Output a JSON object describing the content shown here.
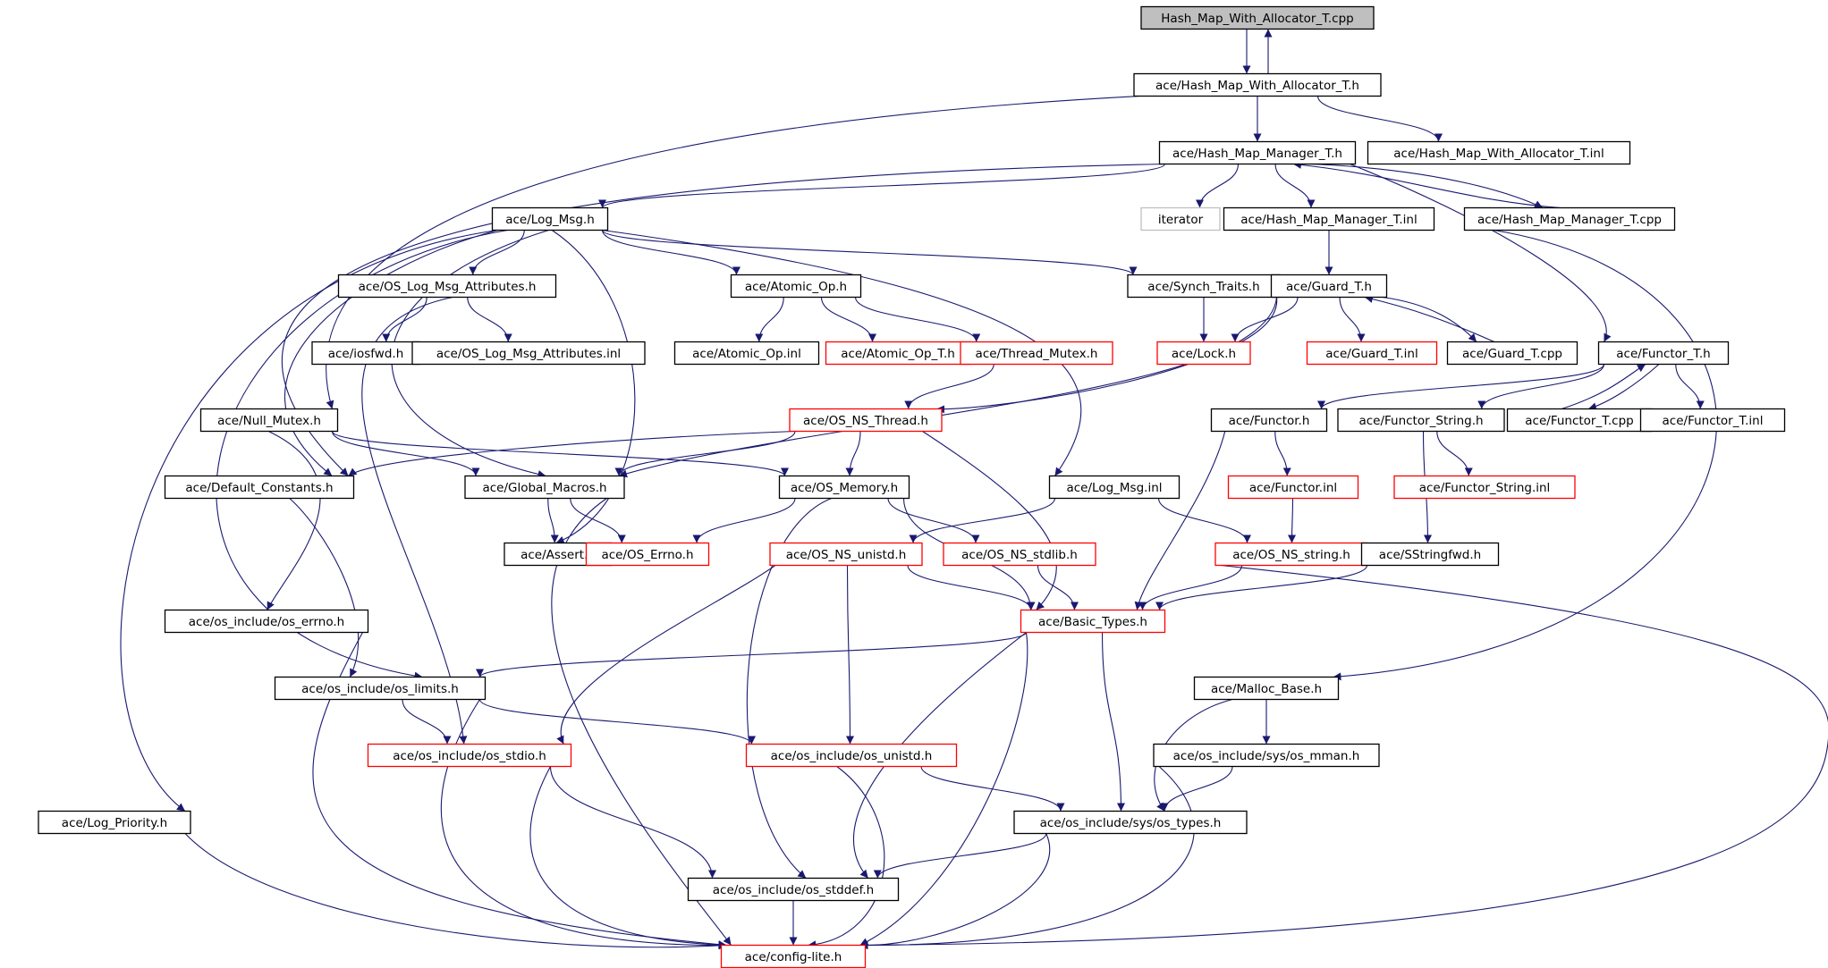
{
  "colors": {
    "edge": "#191970",
    "border_default": "#000000",
    "border_external": "#ff0000",
    "border_missing": "#bfbfbf",
    "root_fill": "#bfbfbf",
    "fill": "#ffffff"
  },
  "nodes": [
    {
      "id": "root",
      "label": "Hash_Map_With_Allocator_T.cpp",
      "style": "root"
    },
    {
      "id": "hmwa_h",
      "label": "ace/Hash_Map_With_Allocator_T.h",
      "style": "default"
    },
    {
      "id": "hmm_h",
      "label": "ace/Hash_Map_Manager_T.h",
      "style": "default"
    },
    {
      "id": "hmwa_inl",
      "label": "ace/Hash_Map_With_Allocator_T.inl",
      "style": "default"
    },
    {
      "id": "logmsg_h",
      "label": "ace/Log_Msg.h",
      "style": "default"
    },
    {
      "id": "iterator",
      "label": "iterator",
      "style": "missing"
    },
    {
      "id": "hmm_inl",
      "label": "ace/Hash_Map_Manager_T.inl",
      "style": "default"
    },
    {
      "id": "hmm_cpp",
      "label": "ace/Hash_Map_Manager_T.cpp",
      "style": "default"
    },
    {
      "id": "oslma_h",
      "label": "ace/OS_Log_Msg_Attributes.h",
      "style": "default"
    },
    {
      "id": "atomic_h",
      "label": "ace/Atomic_Op.h",
      "style": "default"
    },
    {
      "id": "synch_h",
      "label": "ace/Synch_Traits.h",
      "style": "default"
    },
    {
      "id": "guard_h",
      "label": "ace/Guard_T.h",
      "style": "default"
    },
    {
      "id": "iosfwd",
      "label": "ace/iosfwd.h",
      "style": "default"
    },
    {
      "id": "oslma_inl",
      "label": "ace/OS_Log_Msg_Attributes.inl",
      "style": "default"
    },
    {
      "id": "atomic_inl",
      "label": "ace/Atomic_Op.inl",
      "style": "default"
    },
    {
      "id": "atomic_t",
      "label": "ace/Atomic_Op_T.h",
      "style": "external"
    },
    {
      "id": "thrmutex",
      "label": "ace/Thread_Mutex.h",
      "style": "external"
    },
    {
      "id": "lock_h",
      "label": "ace/Lock.h",
      "style": "external"
    },
    {
      "id": "guard_inl",
      "label": "ace/Guard_T.inl",
      "style": "external"
    },
    {
      "id": "guard_cpp",
      "label": "ace/Guard_T.cpp",
      "style": "default"
    },
    {
      "id": "functor_t",
      "label": "ace/Functor_T.h",
      "style": "default"
    },
    {
      "id": "nullmutex",
      "label": "ace/Null_Mutex.h",
      "style": "default"
    },
    {
      "id": "osnsthread",
      "label": "ace/OS_NS_Thread.h",
      "style": "external"
    },
    {
      "id": "functor_h",
      "label": "ace/Functor.h",
      "style": "default"
    },
    {
      "id": "functor_str",
      "label": "ace/Functor_String.h",
      "style": "default"
    },
    {
      "id": "functor_tcpp",
      "label": "ace/Functor_T.cpp",
      "style": "default"
    },
    {
      "id": "functor_tinl",
      "label": "ace/Functor_T.inl",
      "style": "default"
    },
    {
      "id": "defconst",
      "label": "ace/Default_Constants.h",
      "style": "default"
    },
    {
      "id": "globmacros",
      "label": "ace/Global_Macros.h",
      "style": "default"
    },
    {
      "id": "osmemory",
      "label": "ace/OS_Memory.h",
      "style": "default"
    },
    {
      "id": "logmsg_inl",
      "label": "ace/Log_Msg.inl",
      "style": "default"
    },
    {
      "id": "functor_inl",
      "label": "ace/Functor.inl",
      "style": "external"
    },
    {
      "id": "functor_strinl",
      "label": "ace/Functor_String.inl",
      "style": "external"
    },
    {
      "id": "assert_h",
      "label": "ace/Assert.h",
      "style": "default"
    },
    {
      "id": "oserrno",
      "label": "ace/OS_Errno.h",
      "style": "external"
    },
    {
      "id": "osnsunistd",
      "label": "ace/OS_NS_unistd.h",
      "style": "external"
    },
    {
      "id": "osnsstdlib",
      "label": "ace/OS_NS_stdlib.h",
      "style": "external"
    },
    {
      "id": "osnsstring",
      "label": "ace/OS_NS_string.h",
      "style": "external"
    },
    {
      "id": "sstringfwd",
      "label": "ace/SStringfwd.h",
      "style": "default"
    },
    {
      "id": "osinc_errno",
      "label": "ace/os_include/os_errno.h",
      "style": "default"
    },
    {
      "id": "basictypes",
      "label": "ace/Basic_Types.h",
      "style": "external"
    },
    {
      "id": "osinc_limits",
      "label": "ace/os_include/os_limits.h",
      "style": "default"
    },
    {
      "id": "mallocbase",
      "label": "ace/Malloc_Base.h",
      "style": "default"
    },
    {
      "id": "osinc_stdio",
      "label": "ace/os_include/os_stdio.h",
      "style": "external"
    },
    {
      "id": "osinc_unistd",
      "label": "ace/os_include/os_unistd.h",
      "style": "external"
    },
    {
      "id": "osinc_mman",
      "label": "ace/os_include/sys/os_mman.h",
      "style": "default"
    },
    {
      "id": "logprio",
      "label": "ace/Log_Priority.h",
      "style": "default"
    },
    {
      "id": "osinc_types",
      "label": "ace/os_include/sys/os_types.h",
      "style": "default"
    },
    {
      "id": "osinc_stddef",
      "label": "ace/os_include/os_stddef.h",
      "style": "default"
    },
    {
      "id": "configlite",
      "label": "ace/config-lite.h",
      "style": "external"
    }
  ],
  "edges": [
    [
      "root",
      "hmwa_h"
    ],
    [
      "hmwa_h",
      "root"
    ],
    [
      "hmwa_h",
      "hmm_h"
    ],
    [
      "hmwa_h",
      "hmwa_inl"
    ],
    [
      "hmwa_h",
      "nullmutex"
    ],
    [
      "hmm_h",
      "logmsg_h"
    ],
    [
      "hmm_h",
      "iterator"
    ],
    [
      "hmm_h",
      "hmm_inl"
    ],
    [
      "hmm_h",
      "hmm_cpp"
    ],
    [
      "hmm_h",
      "functor_t"
    ],
    [
      "hmm_h",
      "defconst"
    ],
    [
      "hmm_cpp",
      "hmm_h"
    ],
    [
      "hmm_cpp",
      "mallocbase"
    ],
    [
      "hmm_inl",
      "guard_h"
    ],
    [
      "logmsg_h",
      "oslma_h"
    ],
    [
      "logmsg_h",
      "atomic_h"
    ],
    [
      "logmsg_h",
      "synch_h"
    ],
    [
      "logmsg_h",
      "logmsg_inl"
    ],
    [
      "logmsg_h",
      "defconst"
    ],
    [
      "logmsg_h",
      "globmacros"
    ],
    [
      "logmsg_h",
      "assert_h"
    ],
    [
      "logmsg_h",
      "osinc_limits"
    ],
    [
      "logmsg_h",
      "logprio"
    ],
    [
      "oslma_h",
      "iosfwd"
    ],
    [
      "oslma_h",
      "oslma_inl"
    ],
    [
      "oslma_h",
      "osinc_stdio"
    ],
    [
      "atomic_h",
      "atomic_inl"
    ],
    [
      "atomic_h",
      "atomic_t"
    ],
    [
      "atomic_h",
      "thrmutex"
    ],
    [
      "thrmutex",
      "osnsthread"
    ],
    [
      "synch_h",
      "lock_h"
    ],
    [
      "guard_h",
      "lock_h"
    ],
    [
      "guard_h",
      "guard_inl"
    ],
    [
      "guard_h",
      "guard_cpp"
    ],
    [
      "guard_h",
      "osnsthread"
    ],
    [
      "guard_h",
      "globmacros"
    ],
    [
      "guard_cpp",
      "guard_h"
    ],
    [
      "functor_t",
      "functor_h"
    ],
    [
      "functor_t",
      "functor_str"
    ],
    [
      "functor_t",
      "functor_tcpp"
    ],
    [
      "functor_t",
      "functor_tinl"
    ],
    [
      "functor_tcpp",
      "functor_t"
    ],
    [
      "functor_h",
      "functor_inl"
    ],
    [
      "functor_h",
      "basictypes"
    ],
    [
      "functor_inl",
      "osnsstring"
    ],
    [
      "functor_str",
      "functor_strinl"
    ],
    [
      "functor_str",
      "sstringfwd"
    ],
    [
      "sstringfwd",
      "basictypes"
    ],
    [
      "nullmutex",
      "globmacros"
    ],
    [
      "nullmutex",
      "osmemory"
    ],
    [
      "nullmutex",
      "osinc_errno"
    ],
    [
      "osnsthread",
      "defconst"
    ],
    [
      "osnsthread",
      "globmacros"
    ],
    [
      "osnsthread",
      "osmemory"
    ],
    [
      "osnsthread",
      "basictypes"
    ],
    [
      "globmacros",
      "assert_h"
    ],
    [
      "globmacros",
      "oserrno"
    ],
    [
      "globmacros",
      "configlite"
    ],
    [
      "osmemory",
      "oserrno"
    ],
    [
      "osmemory",
      "osnsstdlib"
    ],
    [
      "osmemory",
      "basictypes"
    ],
    [
      "osmemory",
      "osinc_stddef"
    ],
    [
      "logmsg_inl",
      "osnsunistd"
    ],
    [
      "logmsg_inl",
      "osnsstring"
    ],
    [
      "osnsunistd",
      "basictypes"
    ],
    [
      "osnsunistd",
      "osinc_unistd"
    ],
    [
      "osnsunistd",
      "osinc_stdio"
    ],
    [
      "osnsstdlib",
      "basictypes"
    ],
    [
      "osnsstring",
      "basictypes"
    ],
    [
      "osnsstring",
      "configlite"
    ],
    [
      "defconst",
      "osinc_limits"
    ],
    [
      "osinc_errno",
      "configlite"
    ],
    [
      "basictypes",
      "osinc_limits"
    ],
    [
      "basictypes",
      "osinc_types"
    ],
    [
      "basictypes",
      "osinc_stddef"
    ],
    [
      "basictypes",
      "configlite"
    ],
    [
      "osinc_limits",
      "osinc_stdio"
    ],
    [
      "osinc_limits",
      "osinc_unistd"
    ],
    [
      "osinc_limits",
      "configlite"
    ],
    [
      "osinc_stdio",
      "osinc_stddef"
    ],
    [
      "osinc_stdio",
      "configlite"
    ],
    [
      "osinc_unistd",
      "osinc_types"
    ],
    [
      "osinc_unistd",
      "configlite"
    ],
    [
      "mallocbase",
      "osinc_mman"
    ],
    [
      "mallocbase",
      "osinc_types"
    ],
    [
      "osinc_mman",
      "osinc_types"
    ],
    [
      "osinc_mman",
      "configlite"
    ],
    [
      "osinc_types",
      "osinc_stddef"
    ],
    [
      "osinc_types",
      "configlite"
    ],
    [
      "osinc_stddef",
      "configlite"
    ],
    [
      "logprio",
      "configlite"
    ]
  ]
}
